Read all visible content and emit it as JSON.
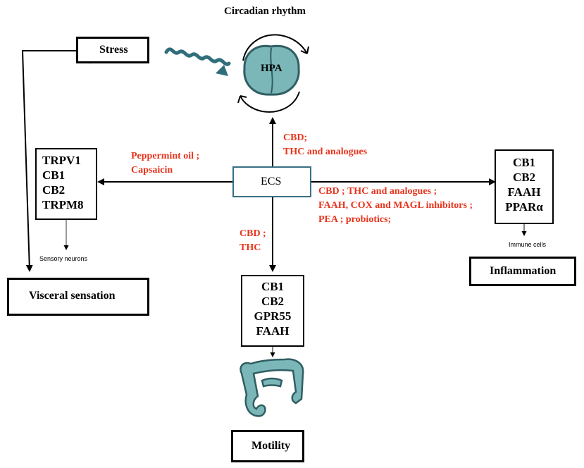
{
  "title": "Circadian rhythm",
  "center": {
    "hpa": "HPA",
    "ecs": "ECS"
  },
  "stress": {
    "label": "Stress"
  },
  "left_receptors": [
    "TRPV1",
    "CB1",
    "CB2",
    "TRPM8"
  ],
  "left_drugs": [
    "Peppermint oil ;",
    "Capsaicin"
  ],
  "sensory_label": "Sensory neurons",
  "visceral": {
    "label": "Visceral sensation"
  },
  "top_drugs": [
    "CBD;",
    "THC and analogues"
  ],
  "right_drugs": [
    "CBD ; THC and analogues ;",
    "FAAH, COX and MAGL inhibitors ;",
    "PEA ; probiotics;"
  ],
  "right_receptors": [
    "CB1",
    "CB2",
    "FAAH",
    "PPARα"
  ],
  "immune_label": "Immune cells",
  "inflammation": {
    "label": "Inflammation"
  },
  "bottom_drugs": [
    "CBD ;",
    "THC"
  ],
  "bottom_receptors": [
    "CB1",
    "CB2",
    "GPR55",
    "FAAH"
  ],
  "motility": {
    "label": "Motility"
  },
  "colors": {
    "arrow_blue": "#1e3ff0",
    "drug_red": "#e8341c",
    "organ_teal": "#7bb6b8",
    "organ_outline": "#2f5e63",
    "ecs_border": "#3a6f86"
  },
  "icons": [
    "down-arrow-icon",
    "brain-icon",
    "intestine-icon",
    "wavy-arrow-icon",
    "cycle-arrows-icon"
  ]
}
